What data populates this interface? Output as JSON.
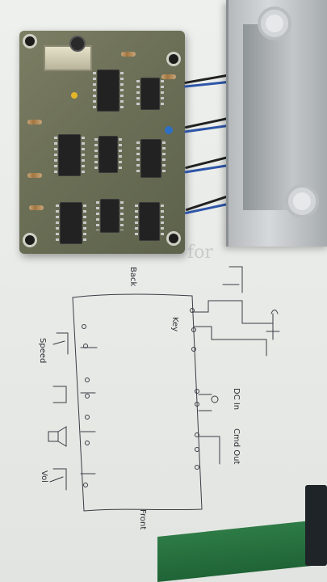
{
  "photo": {
    "subject": "circuit board photographed next to a hand-drawn wiring sketch"
  },
  "sketch_labels": {
    "back": "Back",
    "front": "Front",
    "key": "Key",
    "speed": "Speed",
    "vol": "Vol",
    "dc_in": "DC In",
    "cmd_out": "Cmd Out"
  },
  "watermark_text": "for",
  "colors": {
    "pcb": "#6b6f56",
    "mat": "#2e7b46",
    "ink": "#3b3b44",
    "chassis": "#c3c7ca"
  }
}
